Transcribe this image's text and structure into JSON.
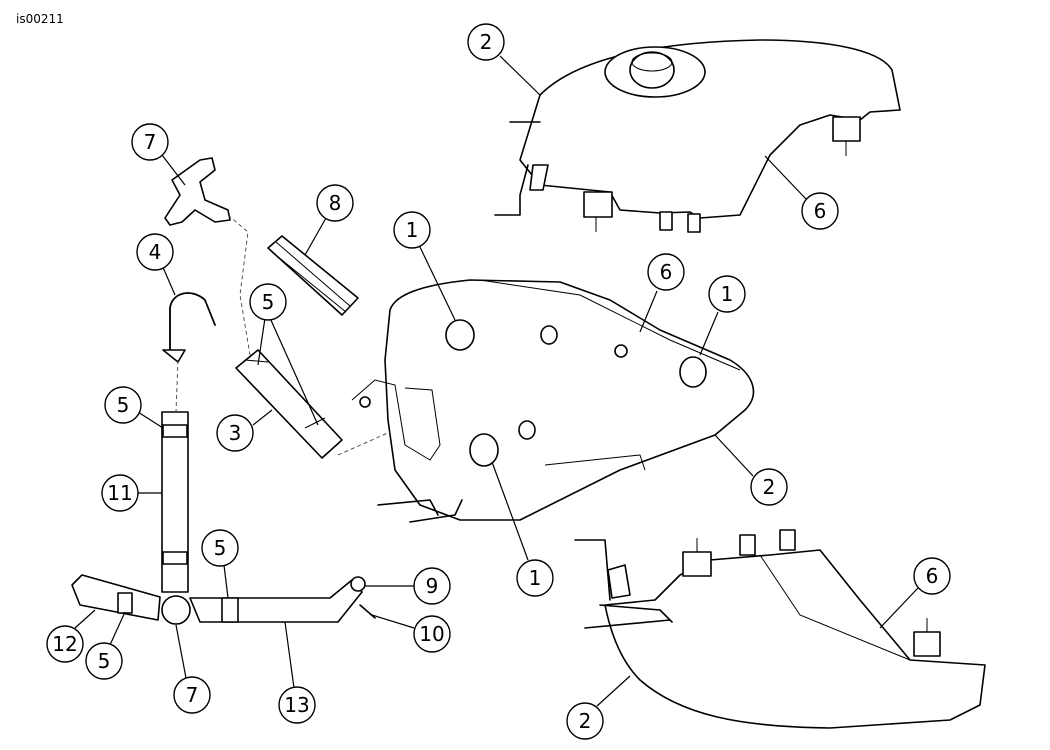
{
  "figure_id": "is00211",
  "callouts": [
    {
      "id": "c2-top",
      "label": "2"
    },
    {
      "id": "c6-top",
      "label": "6"
    },
    {
      "id": "c7-top",
      "label": "7"
    },
    {
      "id": "c8",
      "label": "8"
    },
    {
      "id": "c1-a",
      "label": "1"
    },
    {
      "id": "c4",
      "label": "4"
    },
    {
      "id": "c6-mid",
      "label": "6"
    },
    {
      "id": "c1-b",
      "label": "1"
    },
    {
      "id": "c5-a",
      "label": "5"
    },
    {
      "id": "c5-b",
      "label": "5"
    },
    {
      "id": "c3",
      "label": "3"
    },
    {
      "id": "c2-mid",
      "label": "2"
    },
    {
      "id": "c11",
      "label": "11"
    },
    {
      "id": "c5-c",
      "label": "5"
    },
    {
      "id": "c1-c",
      "label": "1"
    },
    {
      "id": "c6-bot",
      "label": "6"
    },
    {
      "id": "c9",
      "label": "9"
    },
    {
      "id": "c10",
      "label": "10"
    },
    {
      "id": "c12",
      "label": "12"
    },
    {
      "id": "c5-d",
      "label": "5"
    },
    {
      "id": "c7-bot",
      "label": "7"
    },
    {
      "id": "c13",
      "label": "13"
    },
    {
      "id": "c2-bot",
      "label": "2"
    }
  ]
}
